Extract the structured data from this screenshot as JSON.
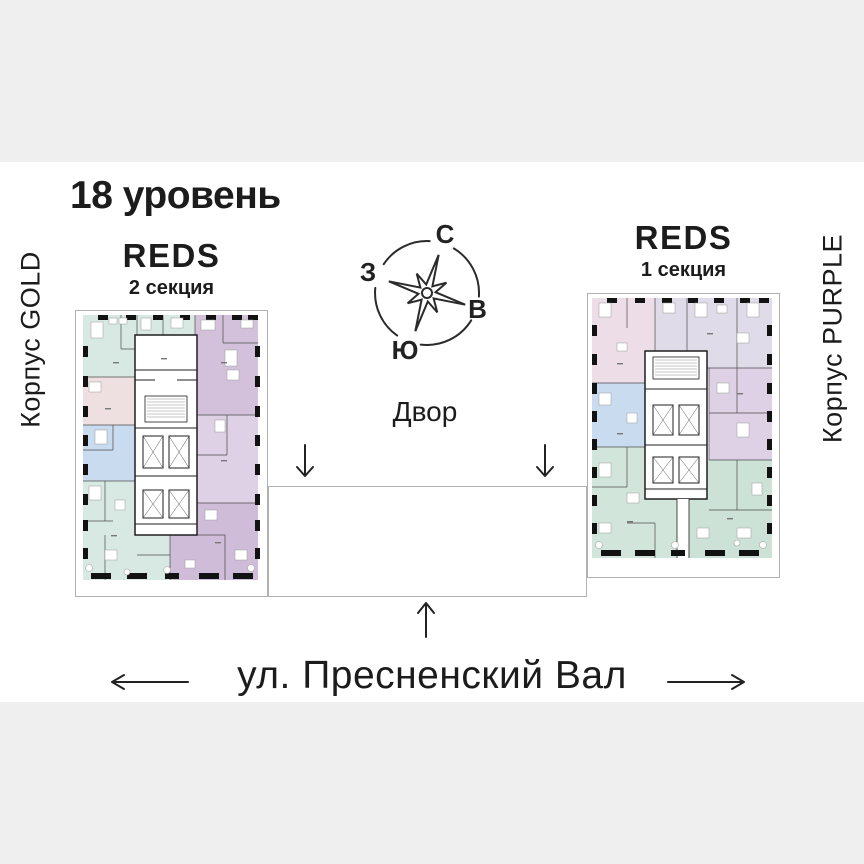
{
  "header": {
    "title": "18 уровень"
  },
  "left_building": {
    "brand": "REDS",
    "section": "2 секция",
    "wing_label": "Корпус GOLD"
  },
  "right_building": {
    "brand": "REDS",
    "section": "1 секция",
    "wing_label": "Корпус PURPLE"
  },
  "compass": {
    "north": "С",
    "east": "В",
    "south": "Ю",
    "west": "З"
  },
  "courtyard_label": "Двор",
  "street_label": "ул. Пресненский Вал",
  "colors": {
    "band": "#efefef",
    "ink": "#1c1c1c",
    "plan-border": "#b3b1af",
    "mint": "#d8e9e3",
    "lavender": "#d3c1db",
    "lavender-light": "#ded0e5",
    "purple": "#cfbcd8",
    "pink": "#eee0e0",
    "blue": "#c9dbee",
    "pink2": "#ecdde6",
    "gray-lavender": "#dfdbe8",
    "teal": "#d2e5db",
    "teal-deep": "#cde2d6"
  }
}
